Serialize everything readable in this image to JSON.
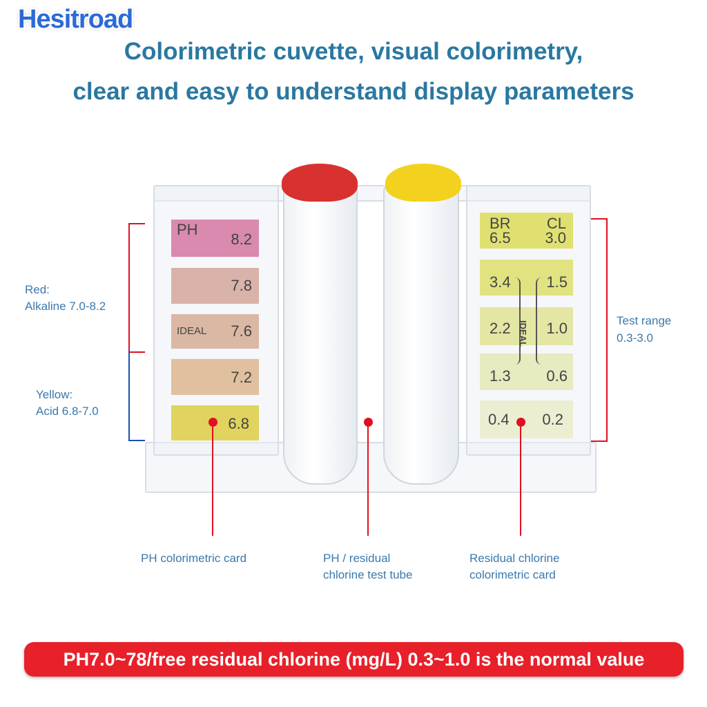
{
  "title": {
    "line1": "Colorimetric cuvette, visual colorimetry,",
    "line2": "clear and easy to understand display parameters"
  },
  "logo": "Hesitroad",
  "ph_card": {
    "header": "PH",
    "rows": [
      {
        "label": "",
        "value": "8.2",
        "color": "#d98aae"
      },
      {
        "label": "",
        "value": "7.8",
        "color": "#d9b2aa"
      },
      {
        "label": "IDEAL",
        "value": "7.6",
        "color": "#dbb8a4"
      },
      {
        "label": "",
        "value": "7.2",
        "color": "#e0c09e"
      },
      {
        "label": "",
        "value": "6.8",
        "color": "#e0d35e"
      }
    ]
  },
  "cl_card": {
    "header": {
      "br": "BR",
      "cl": "CL",
      "br_val": "6.5",
      "cl_val": "3.0"
    },
    "ideal": "IDEAL",
    "rows": [
      {
        "br": "3.4",
        "cl": "1.5",
        "color": "#e0e380"
      },
      {
        "br": "2.2",
        "cl": "1.0",
        "color": "#e4e6a4"
      },
      {
        "br": "1.3",
        "cl": "0.6",
        "color": "#e8eabf"
      },
      {
        "br": "0.4",
        "cl": "0.2",
        "color": "#eceed2"
      }
    ]
  },
  "annotations": {
    "red_line1": "Red:",
    "red_line2": "Alkaline 7.0-8.2",
    "yellow_line1": "Yellow:",
    "yellow_line2": "Acid 6.8-7.0",
    "range_line1": "Test range",
    "range_line2": "0.3-3.0"
  },
  "callouts": {
    "ph_card": "PH colorimetric card",
    "tube_line1": "PH / residual",
    "tube_line2": "chlorine test tube",
    "cl_line1": "Residual chlorine",
    "cl_line2": "colorimetric card"
  },
  "banner": "PH7.0~78/free residual chlorine (mg/L) 0.3~1.0 is the normal value",
  "colors": {
    "title": "#2a78a0",
    "red_cap": "#d93030",
    "yellow_cap": "#f2d21e",
    "banner": "#e8202a"
  }
}
